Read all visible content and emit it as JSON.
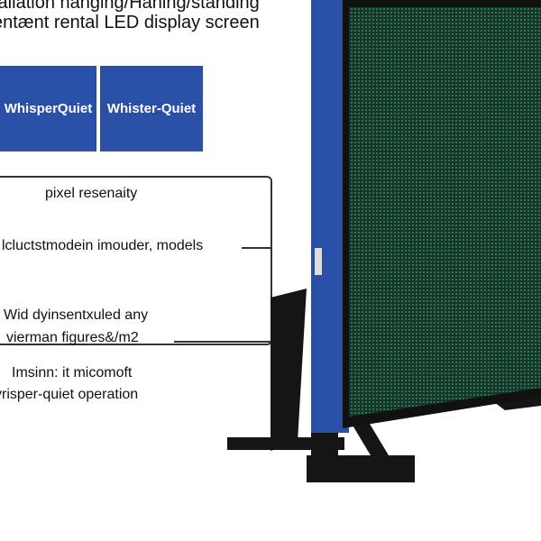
{
  "title": {
    "line1": "tallation hanging/Haning/standing",
    "line2": "entænt rental LED display screen"
  },
  "badges": [
    "WhisperQuiet",
    "Whister-Quiet"
  ],
  "labels": {
    "pixel": "pixel resenaity",
    "models": "lcluctstmodein imouder, models",
    "wide_1": "Wid dyinsentxuled any",
    "wide_2": "vierman figures&/m2",
    "quiet_1": "Imsinn: it micomoft",
    "quiet_2": "vrisper-quiet operation"
  },
  "colors": {
    "frame_blue": "#2a4fa6",
    "panel_green": "#1f4a35",
    "frame_black": "#111111"
  }
}
